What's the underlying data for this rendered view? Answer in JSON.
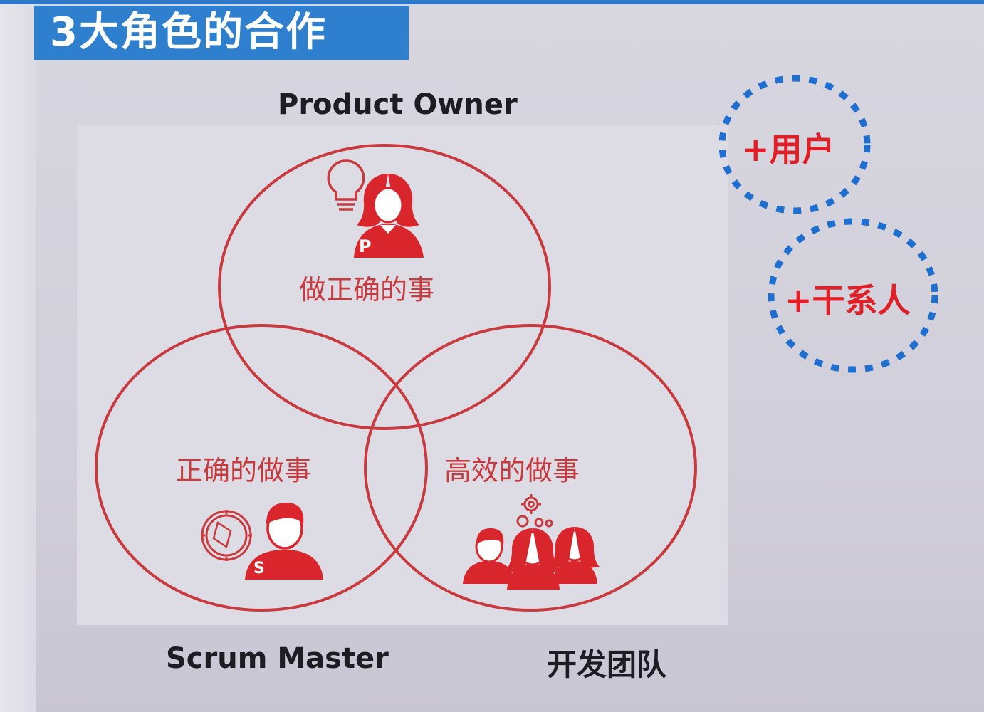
{
  "slide": {
    "title": "3大角色的合作"
  },
  "roles": {
    "product_owner": "Product Owner",
    "scrum_master": "Scrum Master",
    "dev_team": "开发团队"
  },
  "circles": {
    "product_owner_text": "做正确的事",
    "scrum_master_text": "正确的做事",
    "dev_team_text": "高效的做事"
  },
  "icon_badges": {
    "product_owner": "P",
    "scrum_master": "S"
  },
  "bubbles": {
    "users": "+用户",
    "stakeholders": "+干系人"
  },
  "colors": {
    "title_bar": "#2f7fcf",
    "circle_stroke": "#c83a3e",
    "icon_red": "#d8262c",
    "bubble_border": "#1f6fd0",
    "bubble_text": "#e02026"
  },
  "icons": {
    "product_owner": [
      "lightbulb-icon",
      "woman-avatar-icon"
    ],
    "scrum_master": [
      "compass-icon",
      "man-avatar-icon"
    ],
    "dev_team": [
      "gears-icon",
      "team-group-icon"
    ]
  }
}
